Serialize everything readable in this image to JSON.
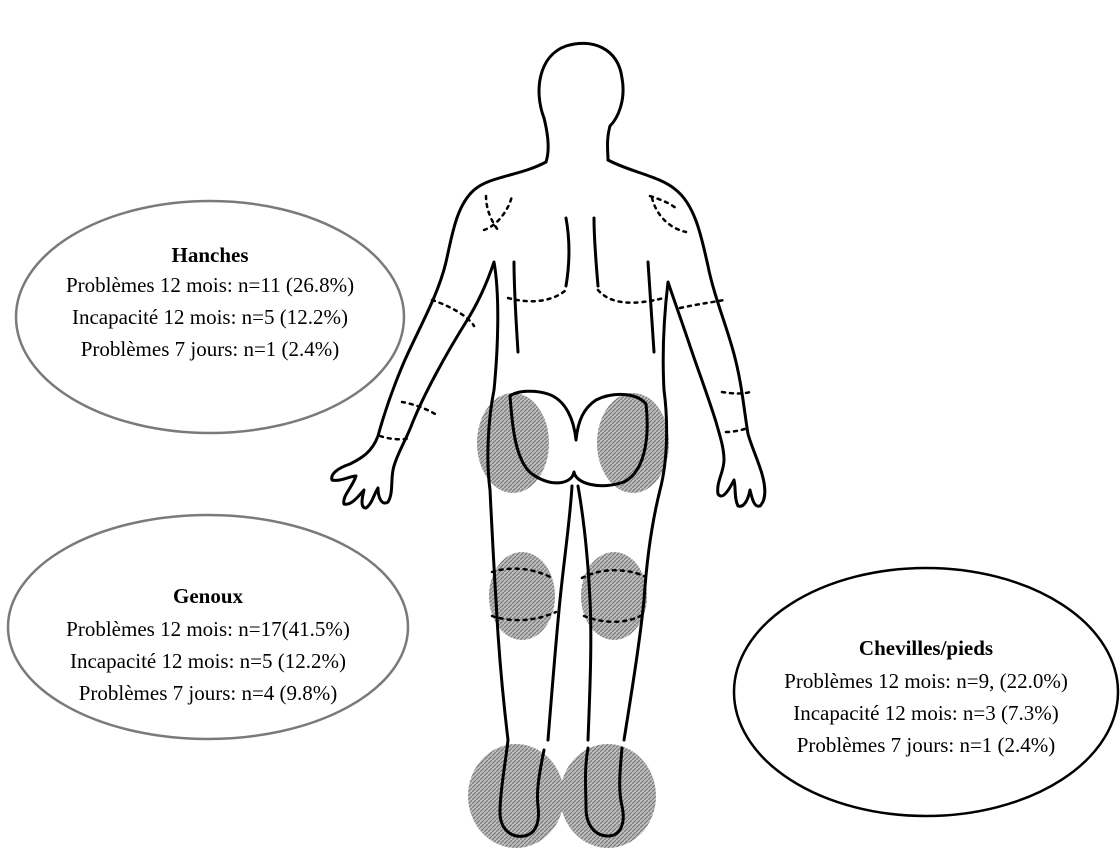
{
  "colors": {
    "hatch": "#8a8a8a",
    "ellipse_border": "#7a7a7a",
    "ellipse_border_right": "#000000"
  },
  "hips": {
    "title": "Hanches",
    "lines": [
      "Problèmes 12 mois: n=11 (26.8%)",
      "Incapacité 12 mois: n=5 (12.2%)",
      "Problèmes 7 jours: n=1 (2.4%)"
    ]
  },
  "knees": {
    "title": "Genoux",
    "lines": [
      "Problèmes 12 mois: n=17(41.5%)",
      "Incapacité 12 mois: n=5 (12.2%)",
      "Problèmes 7 jours: n=4 (9.8%)"
    ]
  },
  "ankles": {
    "title": "Chevilles/pieds",
    "lines": [
      "Problèmes 12 mois: n=9, (22.0%)",
      "Incapacité 12 mois: n=3 (7.3%)",
      "Problèmes 7 jours: n=1 (2.4%)"
    ]
  }
}
